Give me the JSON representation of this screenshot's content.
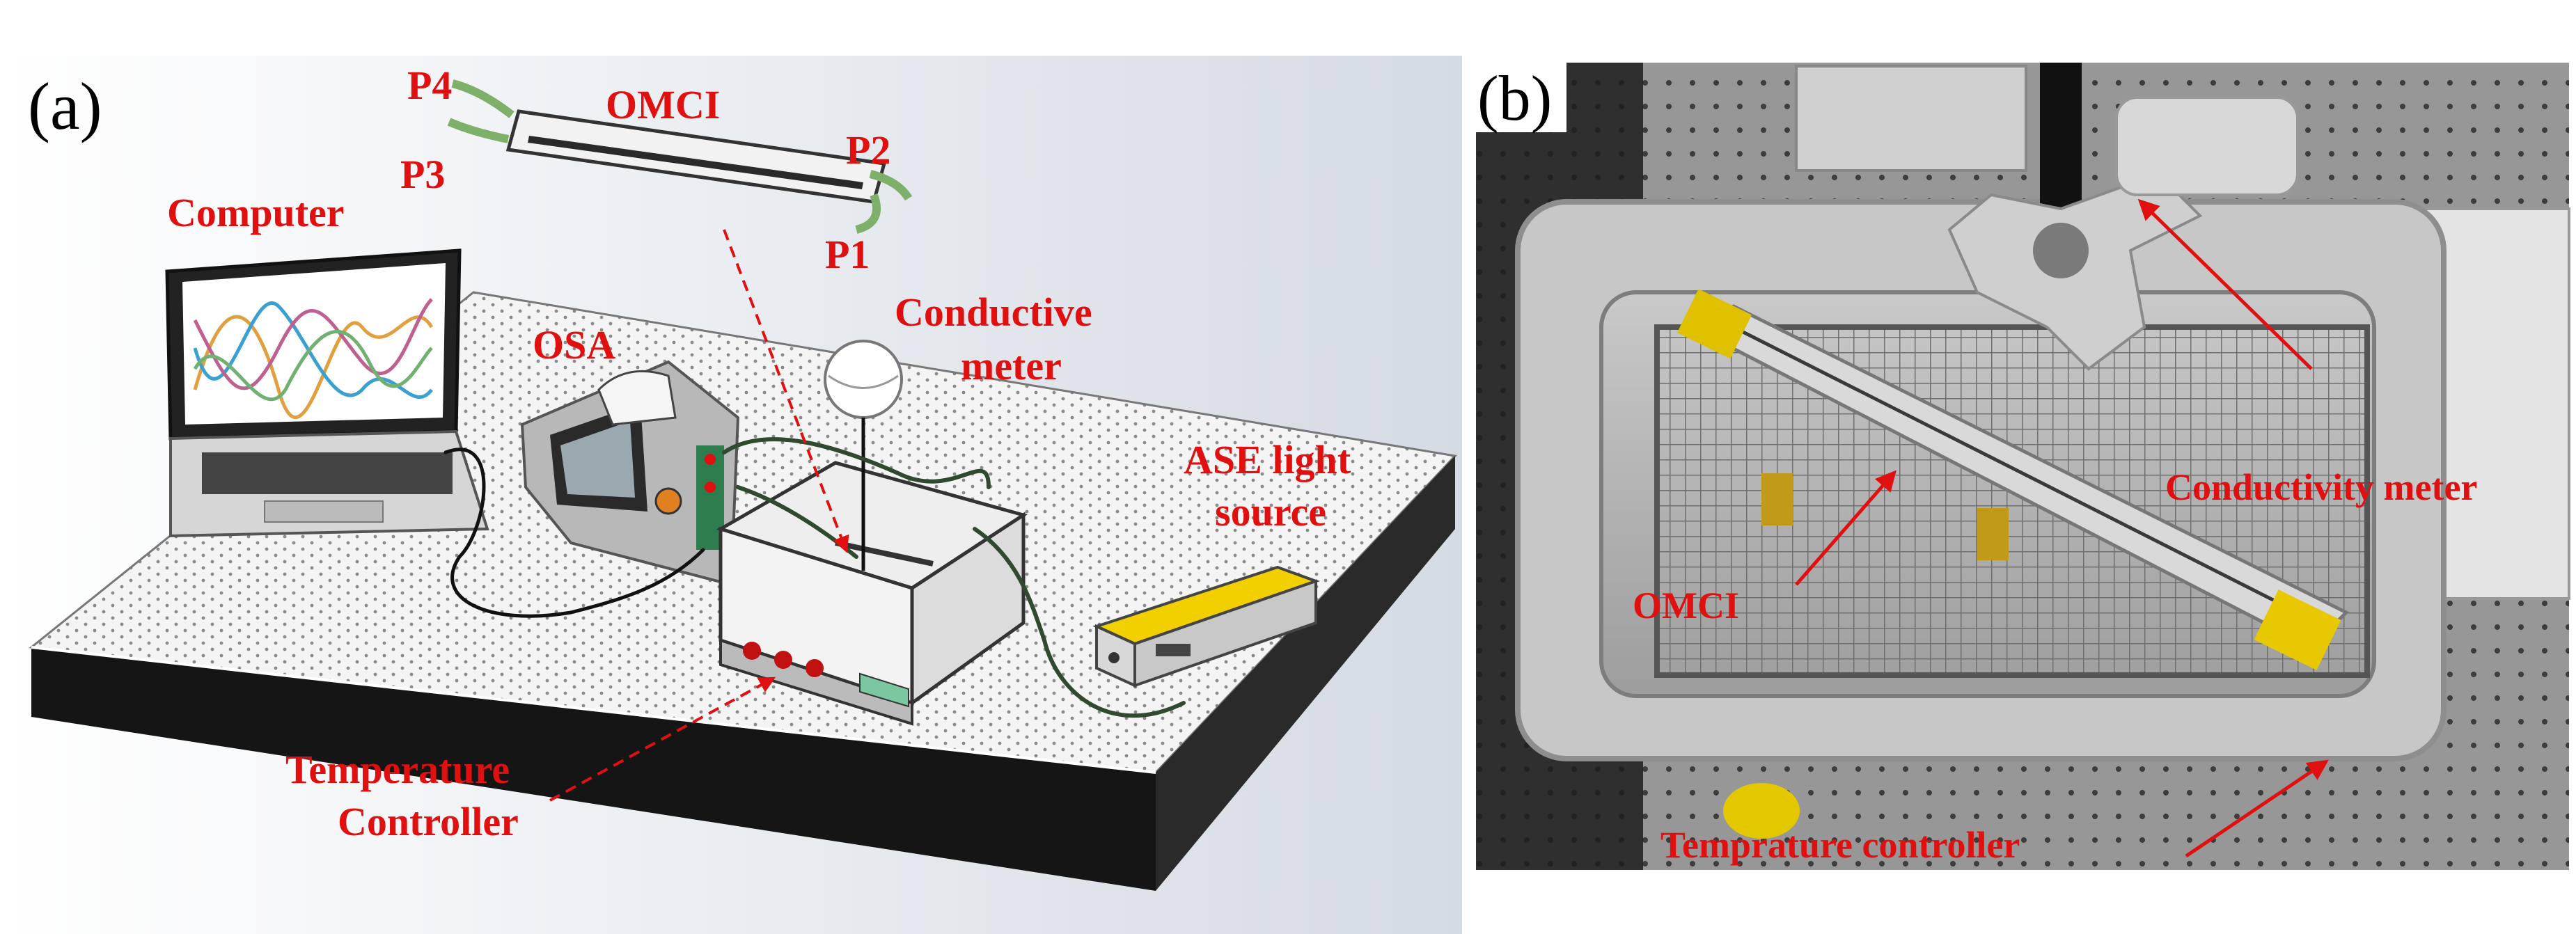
{
  "panels": {
    "a": {
      "tag": "(a)",
      "labels": {
        "omci": "OMCI",
        "p1": "P1",
        "p2": "P2",
        "p3": "P3",
        "p4": "P4",
        "computer": "Computer",
        "osa": "OSA",
        "conductive_line1": "Conductive",
        "conductive_line2": "meter",
        "ase_line1": "ASE light",
        "ase_line2": "source",
        "temp_line1": "Temperature",
        "temp_line2": "Controller"
      }
    },
    "b": {
      "tag": "(b)",
      "labels": {
        "conductivity": "Conductivity meter",
        "omci": "OMCI",
        "temp": "Temprature controller"
      }
    }
  },
  "colors": {
    "annotation": "#e01010",
    "fiber": "#2f4a2f",
    "ase_yellow": "#f2d000",
    "table_dark": "#141414",
    "photo_metal": "#b9b9b9"
  }
}
